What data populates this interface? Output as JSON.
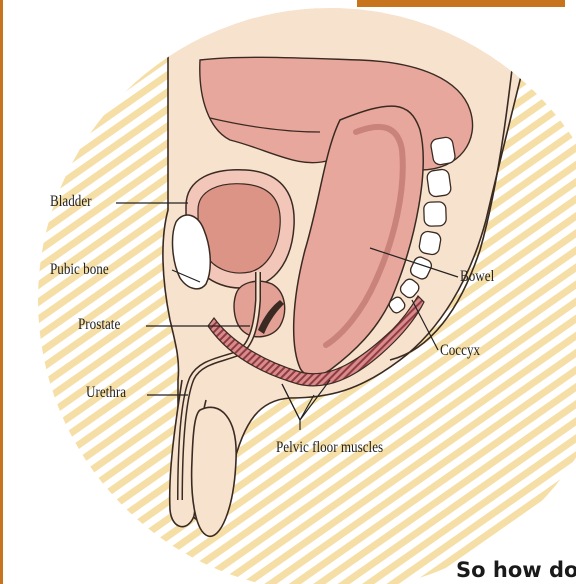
{
  "labels": {
    "bladder": "Bladder",
    "pubic_bone": "Pubic bone",
    "prostate": "Prostate",
    "urethra": "Urethra",
    "bowel": "Bowel",
    "coccyx": "Coccyx",
    "pelvic_floor": "Pelvic floor muscles"
  },
  "caption": "So how do",
  "colors": {
    "frame": "#c8741f",
    "stripes": "#f6dfa6",
    "skin": "#f7e2cd",
    "organ": "#e8a79c",
    "organ_dark": "#c9837a",
    "muscle": "#b2585a",
    "bone": "#ffffff"
  }
}
